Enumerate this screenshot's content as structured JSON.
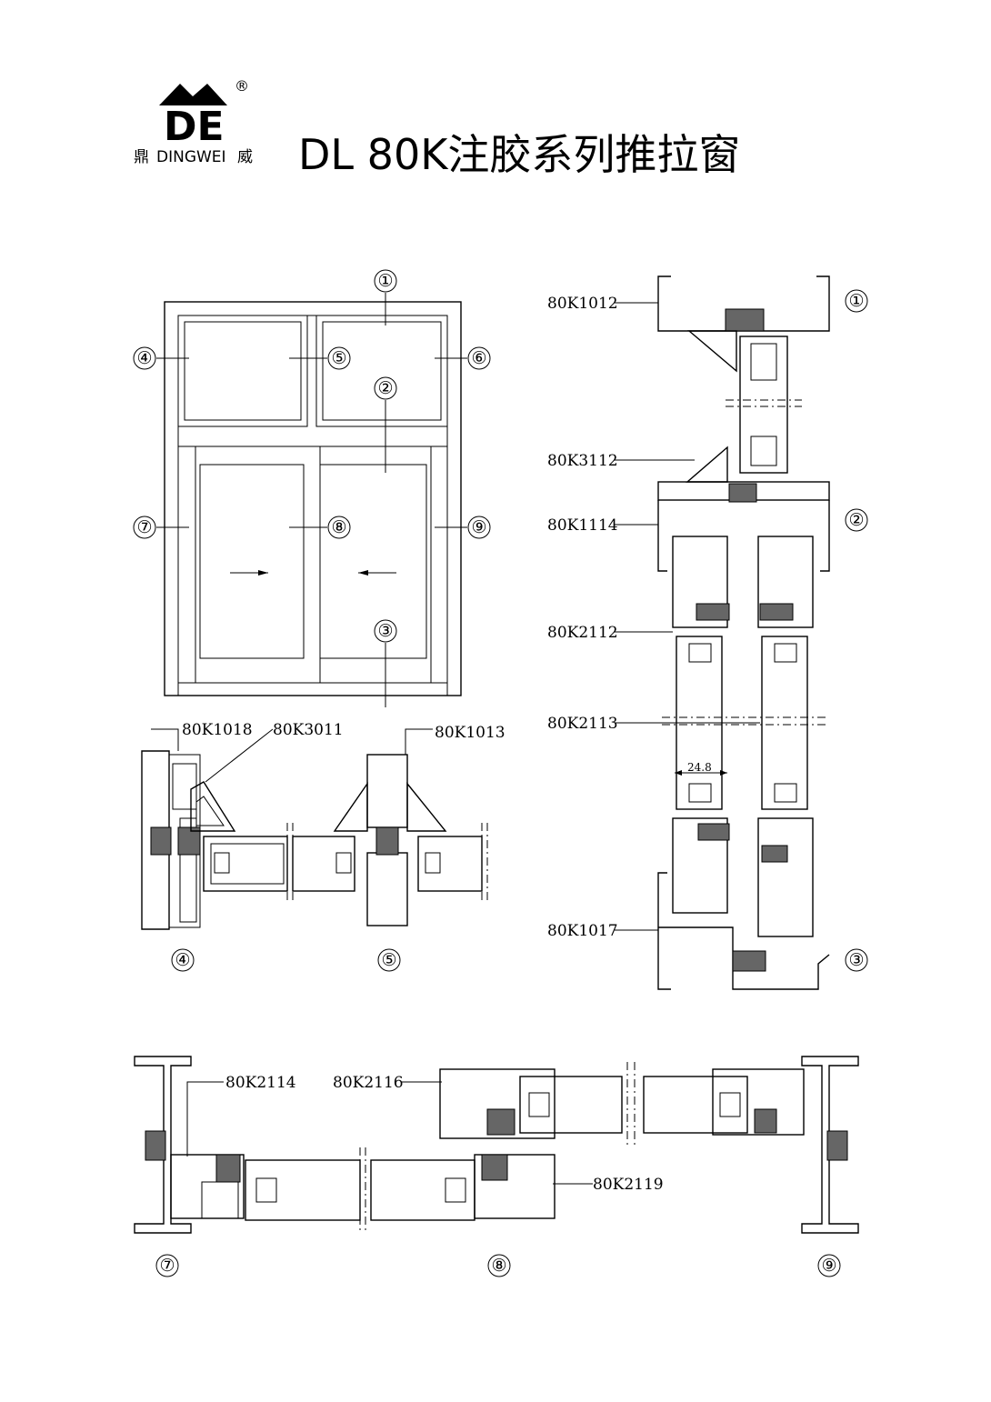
{
  "header": {
    "logo_mark": "DE",
    "logo_left_char": "鼎",
    "logo_brand": "DINGWEI",
    "logo_right_char": "威",
    "registered_mark": "®",
    "title": "DL 80K注胶系列推拉窗"
  },
  "elevation": {
    "markers": [
      "①",
      "②",
      "③",
      "④",
      "⑤",
      "⑥",
      "⑦",
      "⑧",
      "⑨"
    ]
  },
  "section_45": {
    "labels": [
      "80K1018",
      "80K3011",
      "80K1013"
    ],
    "markers": [
      "④",
      "⑤"
    ]
  },
  "section_vertical": {
    "labels": [
      "80K1012",
      "80K3112",
      "80K1114",
      "80K2112",
      "80K2113",
      "80K1017"
    ],
    "markers": [
      "①",
      "②",
      "③"
    ],
    "dimension": "24.8"
  },
  "section_789": {
    "labels": [
      "80K2114",
      "80K2116",
      "80K2119"
    ],
    "markers": [
      "⑦",
      "⑧",
      "⑨"
    ]
  }
}
